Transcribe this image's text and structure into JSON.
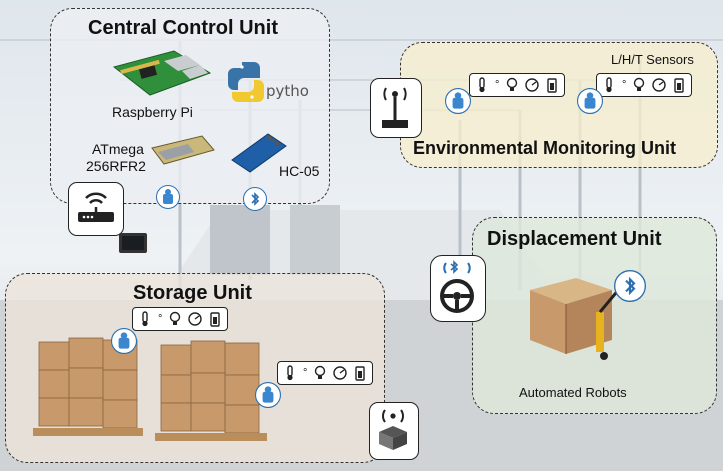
{
  "central": {
    "title": "Central Control Unit",
    "rpi": "Raspberry Pi",
    "atmega_line1": "ATmega",
    "atmega_line2": "256RFR2",
    "hc05": "HC-05"
  },
  "environmental": {
    "title": "Environmental Monitoring Unit",
    "sensors": "L/H/T Sensors"
  },
  "displacement": {
    "title": "Displacement Unit",
    "robots": "Automated Robots"
  },
  "storage": {
    "title": "Storage Unit"
  },
  "logos": {
    "python": "python"
  },
  "icons": [
    "temperature-icon",
    "light-bulb-icon",
    "humidity-gauge-icon",
    "battery-icon",
    "bluetooth-icon",
    "router-icon",
    "antenna-icon",
    "steering-wheel-icon",
    "box-icon",
    "sensor-node-icon"
  ],
  "colors": {
    "panel_border": "#333333",
    "bluetooth": "#2a6fb0",
    "sensor_node": "#3a86cf"
  }
}
